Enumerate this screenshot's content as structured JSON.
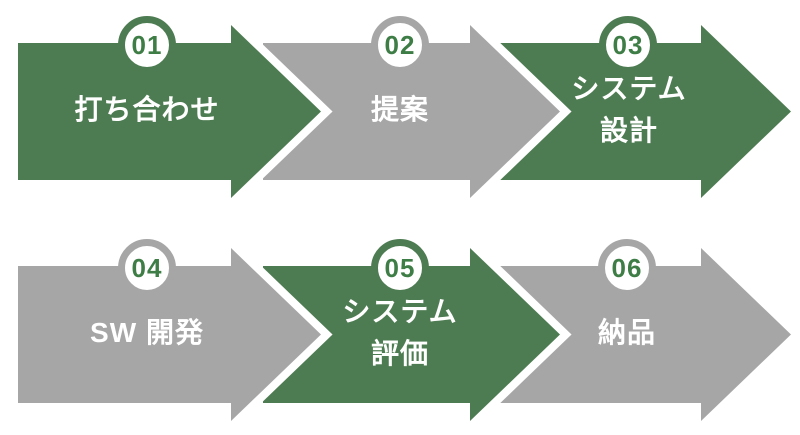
{
  "diagram": {
    "type": "process-flow",
    "rows": 2,
    "columns": 3,
    "colors": {
      "arrow_green": "#4E7C52",
      "arrow_gray": "#A6A6A6",
      "badge_fill": "#FFFFFF",
      "badge_number_green": "#3E7D46",
      "label_text": "#FFFFFF",
      "background": "#FFFFFF"
    },
    "steps": [
      {
        "number": "01",
        "color": "green",
        "lines": [
          "打ち合わせ"
        ]
      },
      {
        "number": "02",
        "color": "gray",
        "lines": [
          "提案"
        ]
      },
      {
        "number": "03",
        "color": "green",
        "lines": [
          "システム",
          "設計"
        ]
      },
      {
        "number": "04",
        "color": "gray",
        "lines": [
          "SW 開発"
        ]
      },
      {
        "number": "05",
        "color": "green",
        "lines": [
          "システム",
          "評価"
        ]
      },
      {
        "number": "06",
        "color": "gray",
        "lines": [
          "納品"
        ]
      }
    ]
  }
}
